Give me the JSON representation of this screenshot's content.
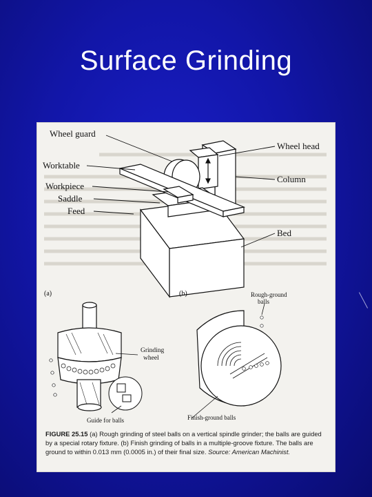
{
  "title": "Surface Grinding",
  "figure_top": {
    "labels": {
      "wheel_guard": "Wheel guard",
      "wheel_head": "Wheel head",
      "worktable": "Worktable",
      "column": "Column",
      "workpiece": "Workpiece",
      "saddle": "Saddle",
      "feed": "Feed",
      "bed": "Bed"
    }
  },
  "figure_bottom": {
    "panel_a": "(a)",
    "panel_b": "(b)",
    "labels": {
      "rough_ground_balls_1": "Rough-ground",
      "rough_ground_balls_2": "balls",
      "grinding_wheel_1": "Grinding",
      "grinding_wheel_2": "wheel",
      "guide_for_balls": "Guide for balls",
      "finish_ground_balls": "Finish-ground balls"
    }
  },
  "caption": {
    "figure_number": "FIGURE 25.15",
    "text": " (a) Rough grinding of steel balls on a vertical spindle grinder; the balls are guided by a special rotary fixture. (b) Finish grinding of balls in a multiple-groove fixture. The balls are ground to within 0.013 mm (0.0005 in.) of their final size. ",
    "source": "Source: American Machinist."
  },
  "colors": {
    "background": "#1216a8",
    "title_text": "#ffffff",
    "page": "#f3f2ee"
  }
}
